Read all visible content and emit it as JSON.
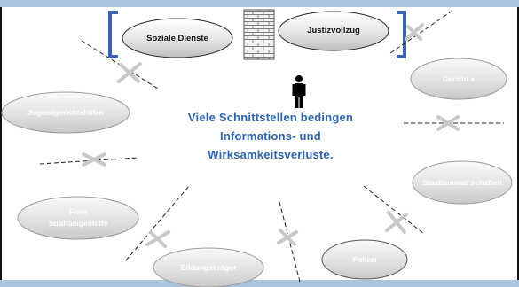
{
  "institutions": {
    "soziale_dienste": "Soziale Dienste",
    "justizvollzug": "Justizvollzug",
    "gerichte": "Gericht e",
    "jugendgerichtshilfen": "Jugendgerichtshilfen",
    "staatsanwaltschaften": "Staatsanwalt schaften",
    "freie_straffaelligenhilfe_line1": "Freie",
    "freie_straffaelligenhilfe_line2": "Straffälligenhilfe",
    "bildungstraeger": "Bildungst räger",
    "polizei": "Polizei"
  },
  "message": {
    "line1": "Viele  Schnittstellen bedingen",
    "line2": "Informations- und",
    "line3": "Wirksamkeitsverluste."
  },
  "colors": {
    "frame_band": "#a9c4dc",
    "bracket": "#3d62ad",
    "message_text": "#2e64ad",
    "oval_text_faded": "#ffffff",
    "wall": "#8c8c8c",
    "figure": "#000000"
  },
  "icons": {
    "person": "person-icon",
    "wall": "brick-wall-icon",
    "break": "scissors-icon"
  }
}
